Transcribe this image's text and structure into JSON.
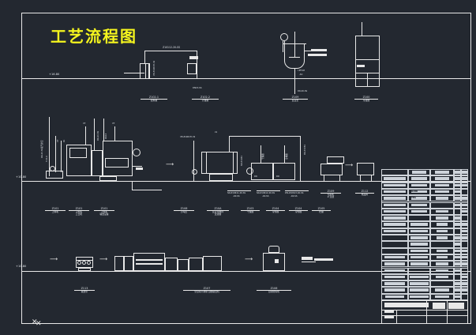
{
  "drawing": {
    "title": "工艺流程图",
    "title_color": "#f5f51e",
    "background_color": "#232830",
    "line_color": "#e8e8e8",
    "type": "CAD process flow diagram (PFD)"
  },
  "elevations": [
    {
      "label": "+16.80",
      "row": "top"
    },
    {
      "label": "+10.80",
      "row": "middle"
    },
    {
      "label": "+10.80",
      "row": "bottom"
    }
  ],
  "pipe_tags": [
    "Z10112-20-SS",
    "DN15-SS",
    "DR-40-SS",
    "DR-40-SS",
    "DR-40-SS",
    "SN-Z10611-40-SS",
    "SN-Z10612-40-SS",
    "DN-Z10613-40-SS",
    "VE-Z1061TI-32"
  ],
  "instrument_bubbles": [
    "VT",
    "VT",
    "PA",
    "LS",
    "TI",
    "PI",
    "LI"
  ],
  "equipment_tags_top": [
    {
      "tag": "Z102-1",
      "desc": "配料罐"
    },
    {
      "tag": "Z102-2",
      "desc": "计量罐"
    },
    {
      "tag": "Z109",
      "desc": "反应釜"
    },
    {
      "tag": "Z100",
      "desc": "冷凝器"
    }
  ],
  "equipment_tags_middle": [
    {
      "tag": "Z101",
      "desc": "上料机",
      "desc2": ""
    },
    {
      "tag": "Z101",
      "desc": "上料机",
      "desc2": "三合机"
    },
    {
      "tag": "Z101",
      "desc": "上料机",
      "desc2": "输送设备"
    },
    {
      "tag": "Z108",
      "desc": "万吨压",
      "desc2": ""
    },
    {
      "tag": "Z10A",
      "desc": "反应釜搅拌",
      "desc2": "过滤器"
    },
    {
      "tag": "Z103",
      "desc": "干燥器",
      "desc2": ""
    },
    {
      "tag": "Z104",
      "desc": "冷却器",
      "desc2": ""
    },
    {
      "tag": "Z104",
      "desc": "冷却器",
      "desc2": ""
    },
    {
      "tag": "Z105",
      "desc": "贮罐",
      "desc2": ""
    },
    {
      "tag": "Z109",
      "desc": "包装机",
      "desc2": "Z 过滤"
    },
    {
      "tag": "Z112",
      "desc": "成品库"
    }
  ],
  "equipment_tags_bottom": [
    {
      "tag": "Z113",
      "desc": "输送带"
    },
    {
      "tag": "Z107",
      "desc": "全自动不锈钢 自動取出机"
    },
    {
      "tag": "Z106",
      "desc": "自动喷码机"
    }
  ],
  "title_block": {
    "rows": 20,
    "columns": [
      "名称",
      "代号",
      "规格",
      "数量"
    ],
    "code_entries": [
      "DCBD",
      "YBG"
    ],
    "unit_labels": [
      "kg/h",
      "kg/h",
      "kg/h",
      "mm",
      "mm",
      "mm"
    ],
    "footer_label": "审核",
    "drawing_no": ""
  }
}
